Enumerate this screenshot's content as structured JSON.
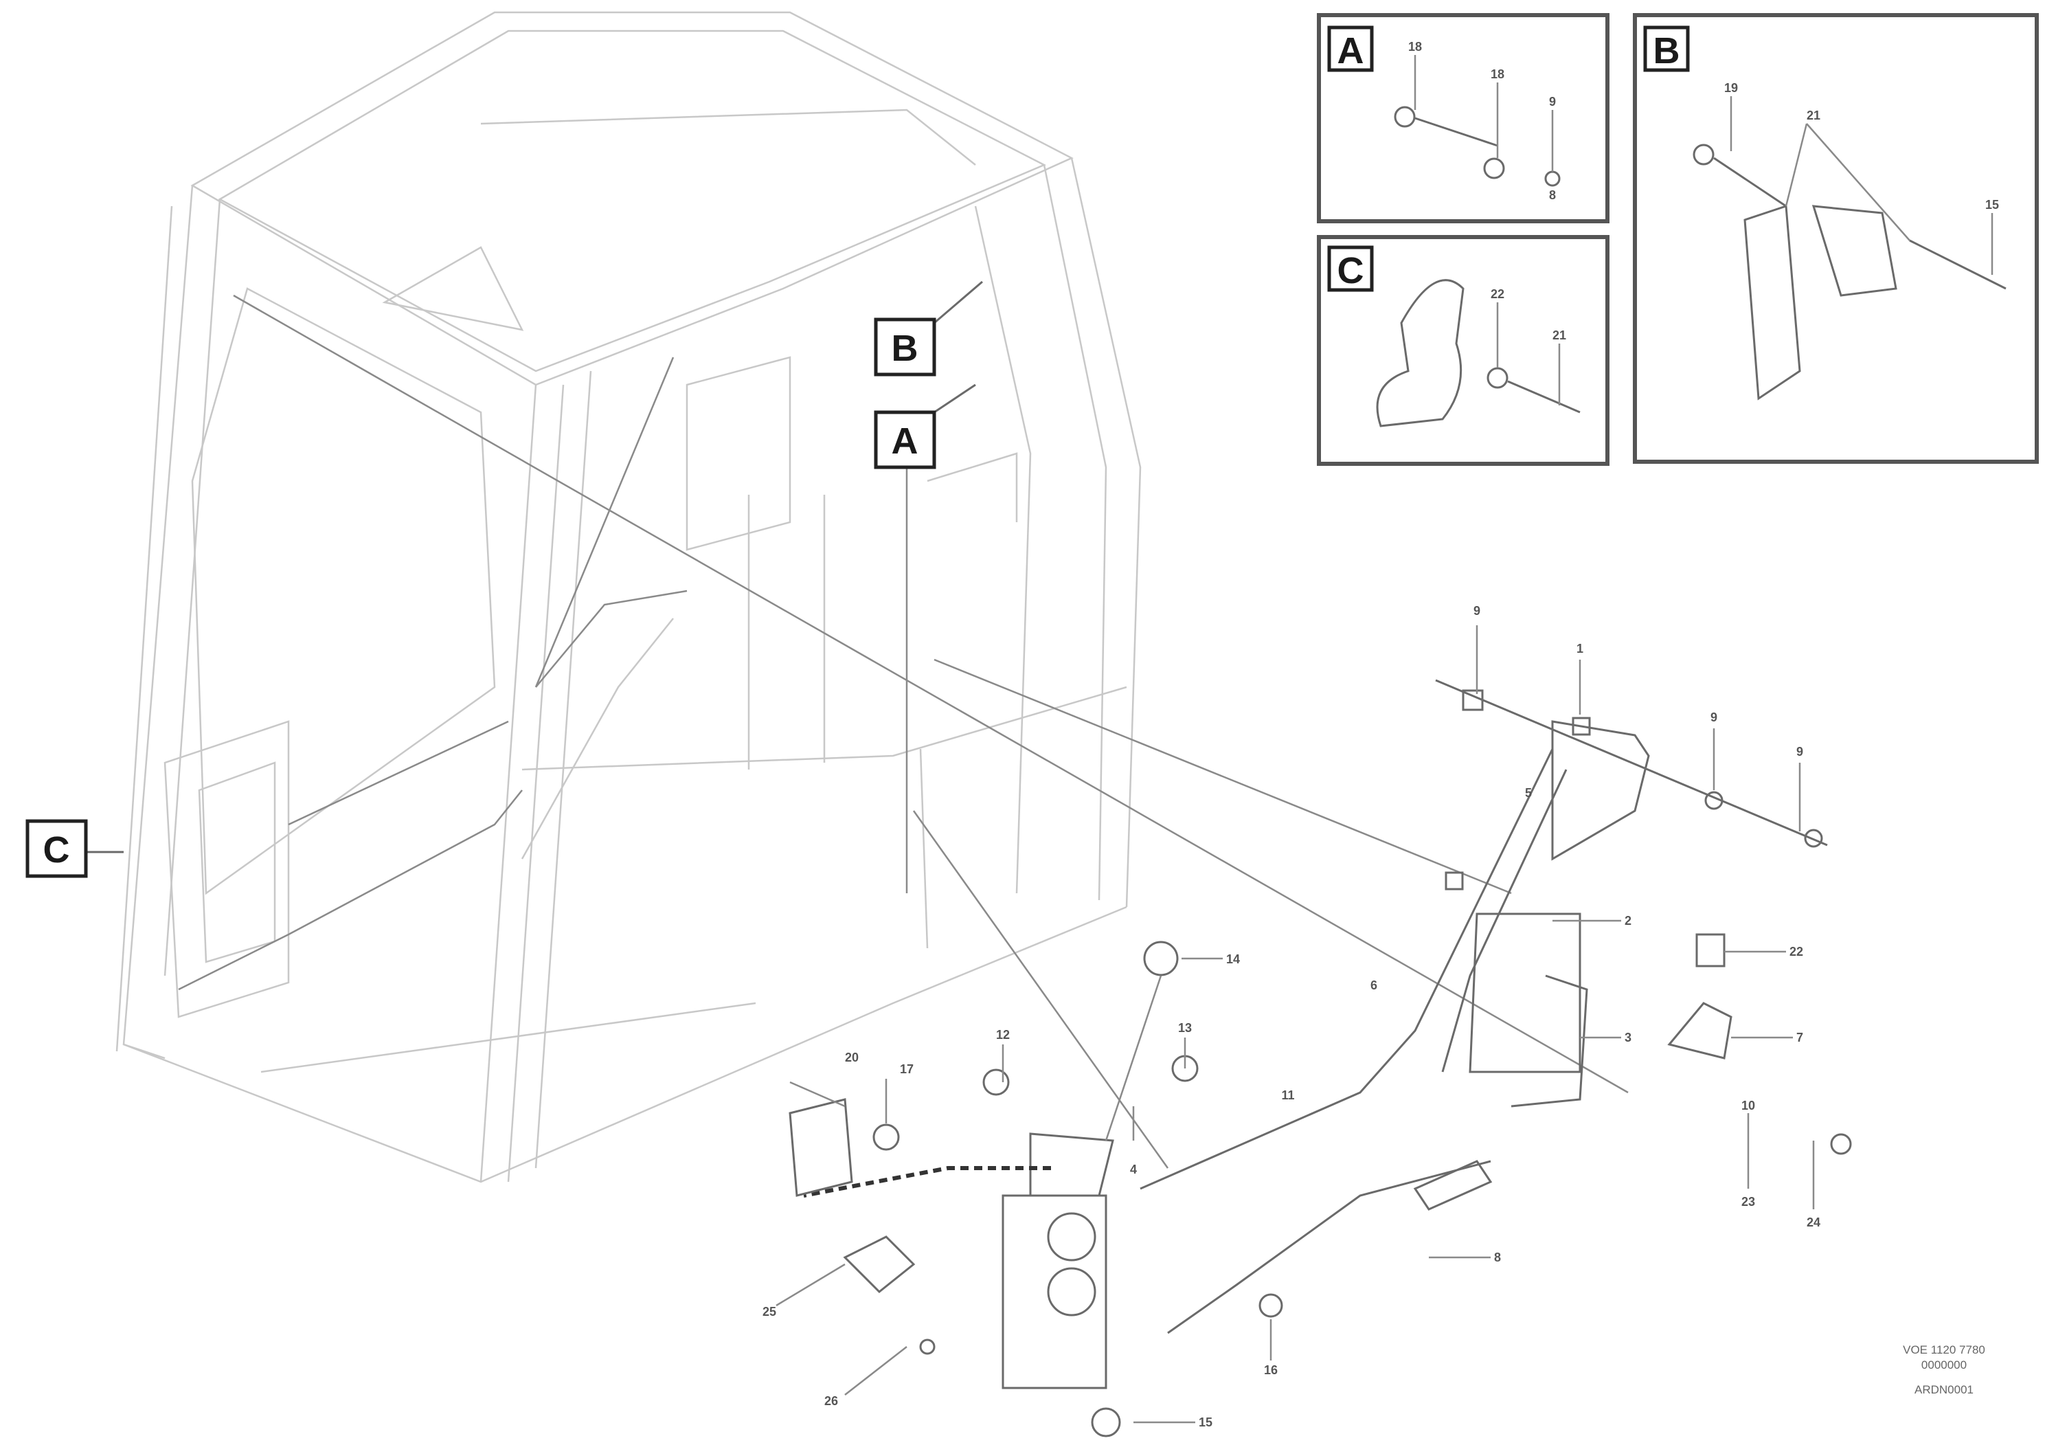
{
  "inset_frames": {
    "A": {
      "letter": "A",
      "numbers": [
        "18",
        "18",
        "9",
        "8"
      ]
    },
    "B": {
      "letter": "B",
      "numbers": [
        "19",
        "21",
        "15"
      ]
    },
    "C": {
      "letter": "C",
      "numbers": [
        "22",
        "21"
      ]
    }
  },
  "view_markers": {
    "b": "B",
    "a": "A",
    "c": "C"
  },
  "part_numbers": {
    "p_top1": "9",
    "p_top2": "1",
    "p_right1": "9",
    "p_right2": "9",
    "p_2": "2",
    "p_3": "3",
    "p_14": "14",
    "p_12": "12",
    "p_13": "13",
    "p_20": "20",
    "p_17": "17",
    "p_5": "5",
    "p_6": "6",
    "p_8": "8",
    "p_22": "22",
    "p_7": "7",
    "p_10": "10",
    "p_23": "23",
    "p_24": "24",
    "p_4": "4",
    "p_15": "15",
    "p_16": "16",
    "p_11": "11",
    "p_25": "25",
    "p_26": "26"
  },
  "drawing_stamp": {
    "line1": "VOE 1120 7780",
    "line2": "0000000",
    "line3": "ARDN0001"
  }
}
